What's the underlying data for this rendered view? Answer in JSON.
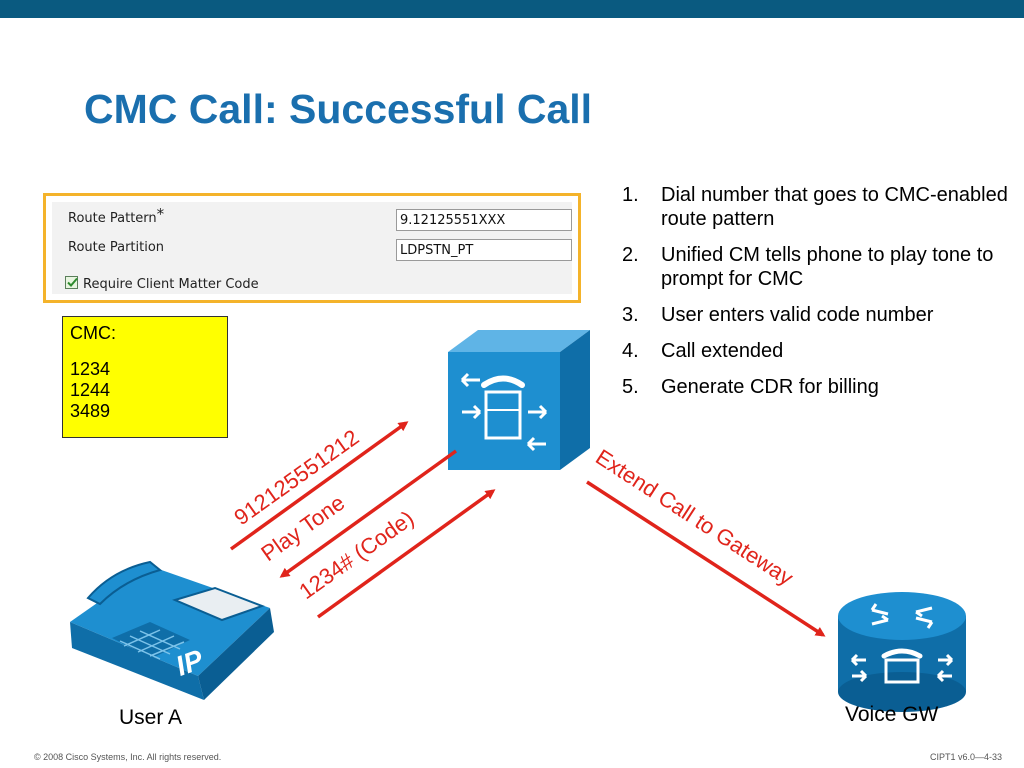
{
  "slide": {
    "title": "CMC Call: Successful Call",
    "footer_left": "© 2008 Cisco Systems, Inc. All rights reserved.",
    "footer_right": "CIPT1 v6.0—4-33"
  },
  "form": {
    "route_pattern_label": "Route Pattern",
    "route_pattern_required": "*",
    "route_pattern_value": "9.12125551XXX",
    "route_partition_label": "Route Partition",
    "route_partition_value": "LDPSTN_PT",
    "require_cmc_label": "Require Client Matter Code",
    "require_cmc_checked": true
  },
  "cmc": {
    "label": "CMC:",
    "codes": [
      "1234",
      "1244",
      "3489"
    ]
  },
  "steps": [
    {
      "num": "1.",
      "text": "Dial number that goes to CMC-enabled route pattern"
    },
    {
      "num": "2.",
      "text": "Unified CM tells phone to play tone to prompt for CMC"
    },
    {
      "num": "3.",
      "text": "User enters valid code number"
    },
    {
      "num": "4.",
      "text": "Call extended"
    },
    {
      "num": "5.",
      "text": "Generate CDR for billing"
    }
  ],
  "diagram": {
    "arrow_dialed": "912125551212",
    "arrow_play_tone": "Play Tone",
    "arrow_code": "1234# (Code)",
    "arrow_extend": "Extend Call to Gateway",
    "arrow_color": "#e0241b",
    "device_color": "#1e8fd0"
  },
  "devices": {
    "user_a": "User A",
    "voice_gw": "Voice GW",
    "phone_badge": "IP"
  }
}
